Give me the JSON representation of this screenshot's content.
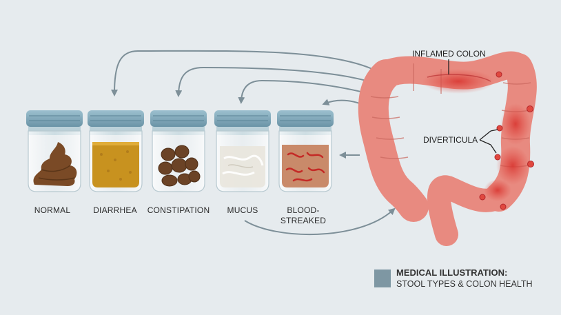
{
  "jars": [
    {
      "label": "NORMAL",
      "color": "#7a4a26"
    },
    {
      "label": "DIARRHEA",
      "color": "#c8921f"
    },
    {
      "label": "CONSTIPATION",
      "color": "#6b4326"
    },
    {
      "label": "MUCUS",
      "color": "#e9e6dd"
    },
    {
      "label": "BLOOD-STREAKED",
      "color": "#b35a40"
    }
  ],
  "annotations": {
    "inflamed_colon": "INFLAMED COLON",
    "diverticula": "DIVERTICULA"
  },
  "legend": {
    "title": "MEDICAL ILLUSTRATION:",
    "subtitle": "STOOL TYPES & COLON HEALTH",
    "swatch_color": "#7e97a3"
  },
  "colors": {
    "background": "#e6ebee",
    "arrow": "#7d8f98",
    "colon": "#eb8f85",
    "inflamed": "#e0483f",
    "lid": "#7ea6b8"
  }
}
